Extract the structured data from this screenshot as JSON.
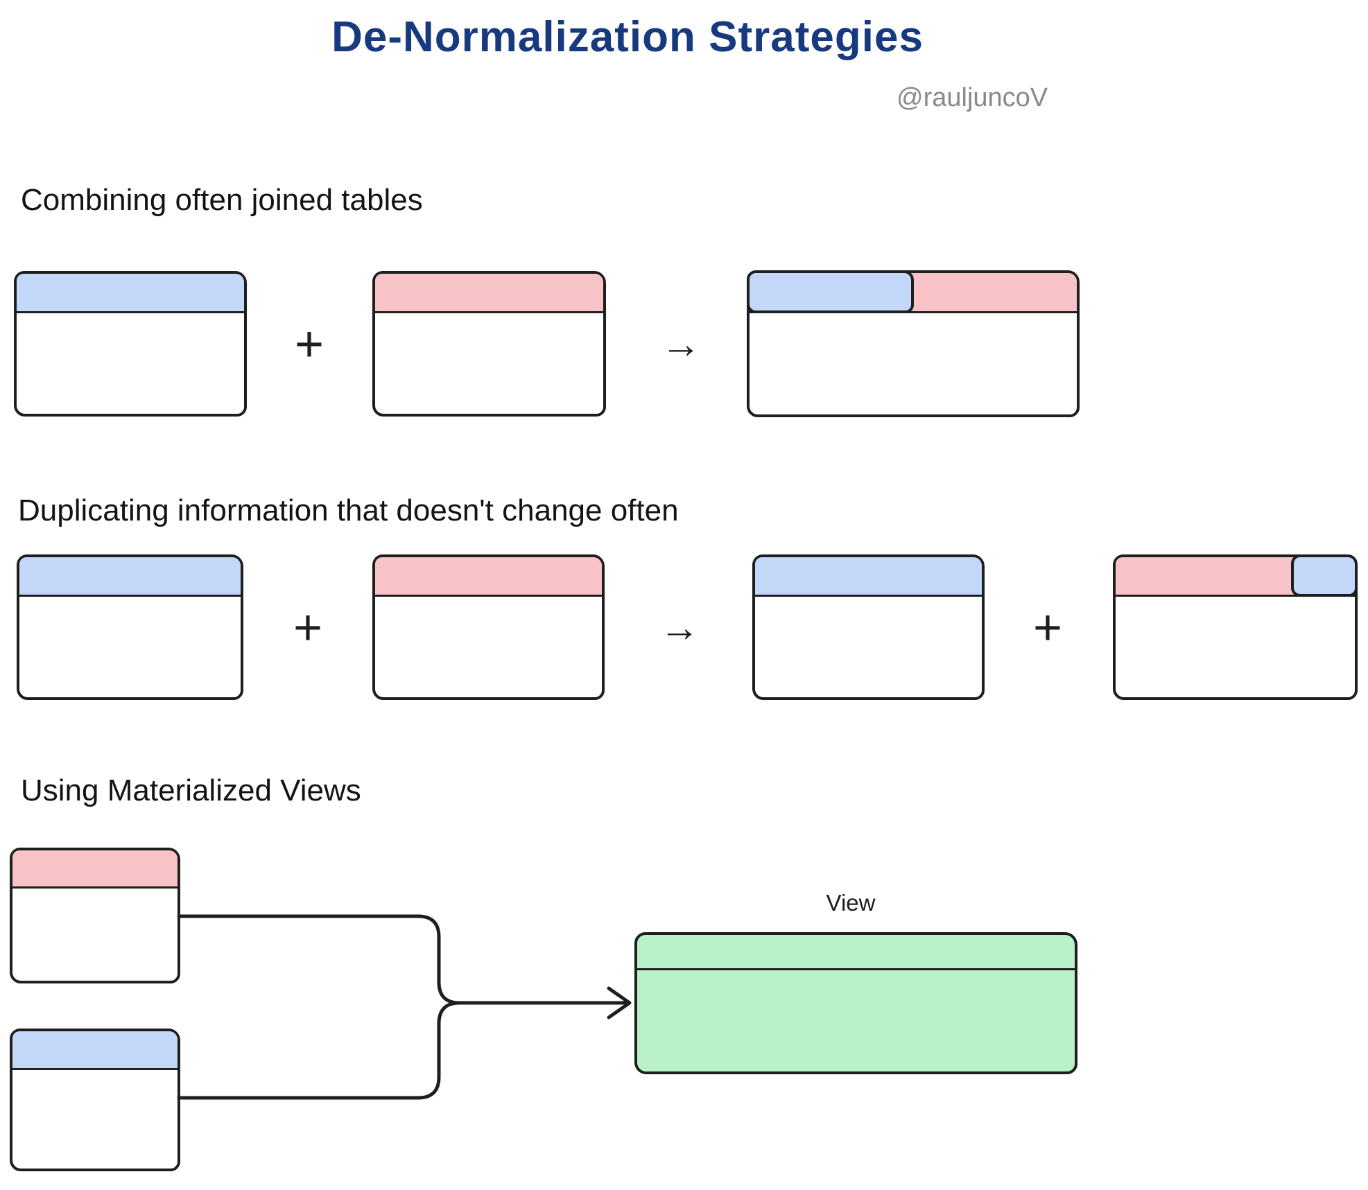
{
  "title": "De-Normalization Strategies",
  "author_handle": "@rauljuncoV",
  "operators": {
    "plus": "+",
    "arrow": "→"
  },
  "sections": [
    {
      "heading": "Combining often joined tables",
      "tables": [
        {
          "name": "table-a",
          "header": "blue"
        },
        {
          "name": "table-b",
          "header": "pink"
        },
        {
          "name": "combined-table",
          "header": "split blue + pink"
        }
      ]
    },
    {
      "heading": "Duplicating information that doesn't change often",
      "tables": [
        {
          "name": "table-a",
          "header": "blue"
        },
        {
          "name": "table-b",
          "header": "pink"
        },
        {
          "name": "table-a-copy",
          "header": "blue"
        },
        {
          "name": "table-b-with-duplicate",
          "header": "pink with duplicated blue segment"
        }
      ]
    },
    {
      "heading": "Using Materialized Views",
      "view_label": "View",
      "tables": [
        {
          "name": "source-table-pink",
          "header": "pink"
        },
        {
          "name": "source-table-blue",
          "header": "blue"
        },
        {
          "name": "materialized-view",
          "fill": "green"
        }
      ]
    }
  ],
  "colors": {
    "title_navy": "#173a7e",
    "handle_gray": "#8c8888",
    "header_blue": "#c3d7f9",
    "header_pink": "#f7c3c7",
    "view_green": "#b9f2c9",
    "stroke": "#1e1e1e",
    "text": "#141414"
  }
}
